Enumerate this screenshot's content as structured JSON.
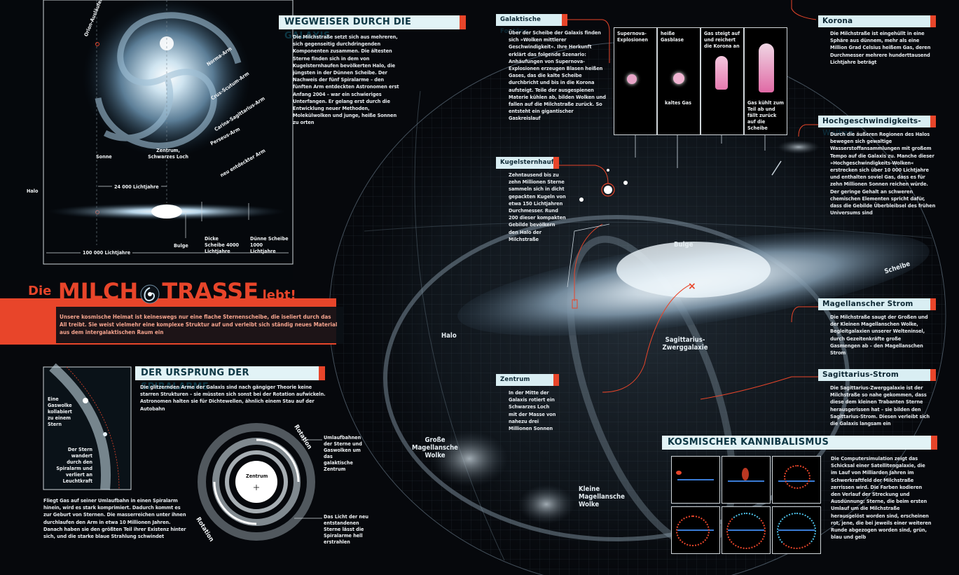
{
  "title": {
    "die": "Die",
    "main_left": "MILCH",
    "main_right": "TRASSE",
    "lebt": "lebt!",
    "intro": "Unsere kosmische Heimat ist keineswegs nur eine flache Sternenscheibe, die iseliert durch das All treibt. Sie weist vielmehr eine komplexe Struktur auf und verleibt sich ständig neues Material aus dem intergalaktischen Raum ein"
  },
  "top_left": {
    "arms": [
      "Orion-Ausläufer",
      "Norma-Arm",
      "Crux-Scutum-Arm",
      "Carina-Sagittarius-Arm",
      "Perseus-Arm",
      "neu entdeckter Arm"
    ],
    "sonne": "Sonne",
    "zentrum": "Zentrum, Schwarzes Loch",
    "halo": "Halo",
    "dist_24000": "24 000 Lichtjahre",
    "bulge": "Bulge",
    "dicke_scheibe": "Dicke Scheibe 4000 Lichtjahre",
    "duenne_scheibe": "Dünne Scheibe 1000 Lichtjahre",
    "dist_100000": "100 000 Lichtjahre"
  },
  "wegweiser": {
    "title": "WEGWEISER DURCH DIE GALAXIS",
    "text": "Die Milchstraße setzt sich aus mehreren, sich gegenseitig durchdringenden Komponenten zusammen. Die ältesten Sterne finden sich in dem von Kugelsternhaufen bevölkerten Halo, die jüngsten in der Dünnen Scheibe. Der Nachweis der fünf Spiralarme – den fünften Arm entdeckten Astronomen erst Anfang 2004 – war ein schwieriges Unterfangen. Er gelang erst durch die Entwicklung neuer Methoden, Molekülwolken und junge, heiße Sonnen zu orten"
  },
  "fontaene": {
    "title": "Galaktische Fontäne",
    "text": "Über der Scheibe der Galaxis finden sich »Wolken mittlerer Geschwindigkeit«. Ihre Herkunft erklärt das folgende Szenario: Anhäufungen von Supernova-Explosionen erzeugen Blasen heißen Gases, das die kalte Scheibe durchbricht und bis in die Korona aufsteigt. Teile der ausgespienen Materie kühlen ab, bilden Wolken und fallen auf die Milchstraße zurück. So entsteht ein gigantischer Gaskreislauf",
    "steps": [
      {
        "top": "Supernova-Explosionen",
        "bottom": ""
      },
      {
        "top": "heiße Gasblase",
        "bottom": "kaltes Gas"
      },
      {
        "top": "Gas steigt auf und reichert die Korona an",
        "bottom": ""
      },
      {
        "top": "",
        "bottom": "Gas kühlt zum Teil ab und fällt zurück auf die Scheibe"
      }
    ]
  },
  "korona": {
    "title": "Korona",
    "text": "Die Milchstraße ist eingehüllt in eine Sphäre aus dünnem, mehr als eine Million Grad Celsius heißem Gas, deren Durchmesser mehrere hunderttausend Lichtjahre beträgt"
  },
  "hvc": {
    "title": "Hochgeschwindigkeits-Wolken",
    "text": "Durch die äußeren Regionen des Halos bewegen sich gewaltige Wasserstoffansammlungen mit großem Tempo auf die Galaxis zu. Manche dieser »Hochgeschwindigkeits-Wolken« erstrecken sich über 10 000 Lichtjahre und enthalten soviel Gas, dass es für zehn Millionen Sonnen reichen würde. Der geringe Gehalt an schweren chemischen Elementen spricht dafür, dass die Gebilde Überbleibsel des frühen Universums sind"
  },
  "kugel": {
    "title": "Kugelsternhaufen",
    "text": "Zehntausend bis zu zehn Millionen Sterne sammeln sich in dicht gepackten Kugeln von etwa 150 Lichtjahren Durchmesser. Rund 200 dieser kompakten Gebilde bevölkern den Halo der Milchstraße"
  },
  "galaxy_labels": {
    "bulge": "Bulge",
    "scheibe": "Scheibe",
    "halo": "Halo",
    "sagittarius": "Sagittarius-Zwerggalaxie",
    "grosse_wolke": "Große Magellansche Wolke",
    "kleine_wolke": "Kleine Magellansche Wolke"
  },
  "zentrum_box": {
    "title": "Zentrum",
    "text": "In der Mitte der Galaxis rotiert ein Schwarzes Loch mit der Masse von nahezu drei Millionen Sonnen"
  },
  "magellan_strom": {
    "title": "Magellanscher Strom",
    "text": "Die Milchstraße saugt der Großen und der Kleinen Magellanschen Wolke, Begleitgalaxien unserer Welteninsel, durch Gezeitenkräfte große Gasmengen ab – den Magellanschen Strom"
  },
  "sgr_strom": {
    "title": "Sagittarius-Strom",
    "text": "Die Sagittarius-Zwerggalaxie ist der Milchstraße so nahe gekommen, dass diese dem kleinen Trabanten Sterne herausgerissen hat – sie bilden den Sagittarius-Strom. Diesen verleibt sich die Galaxis langsam ein"
  },
  "kannibalismus": {
    "title": "KOSMISCHER KANNIBALISMUS",
    "text": "Die Computersimulation zeigt das Schicksal einer Satellitengalaxie, die im Lauf von Milliarden Jahren im Schwerkraftfeld der Milchstraße zerrissen wird. Die Farben kodieren den Verlauf der Streckung und Ausdünnung: Sterne, die beim ersten Umlauf um die Milchstraße herausgelöst worden sind, erscheinen rot, jene, die bei jeweils einer weiteren Runde abgezogen worden sind, grün, blau und gelb"
  },
  "ursprung": {
    "title": "DER URSPRUNG DER SPIRALARME",
    "text": "Die glitzernden Arme der Galaxis sind nach gängiger Theorie keine starren Strukturen – sie müssten sich sonst bei der Rotation aufwickeln. Astronomen halten sie für Dichtewellen, ähnlich einem Stau auf der Autobahn",
    "gaswolke": "Eine Gaswolke kollabiert zu einem Stern",
    "stern": "Der Stern wandert durch den Spiralarm und verliert an Leuchtkraft",
    "bottom_text": "Fliegt Gas auf seiner Umlaufbahn in einen Spiralarm hinein, wird es stark komprimiert. Dadurch kommt es zur Geburt von Sternen. Die masserreichen unter ihnen durchlaufen den Arm in etwa 10 Millionen Jahren. Danach haben sie den größten Teil ihrer Existenz hinter sich, und die starke blaue Strahlung schwindet",
    "rotation": "Rotation",
    "zentrum": "Zentrum",
    "umlaufbahnen": "Umlaufbahnen der Sterne und Gaswolken um das galaktische Zentrum",
    "licht": "Das Licht der neu entstandenen Sterne lässt die Spiralarme hell erstrahlen"
  },
  "colors": {
    "accent": "#e8452a",
    "banner": "#d9eef3",
    "background": "#06080c"
  }
}
